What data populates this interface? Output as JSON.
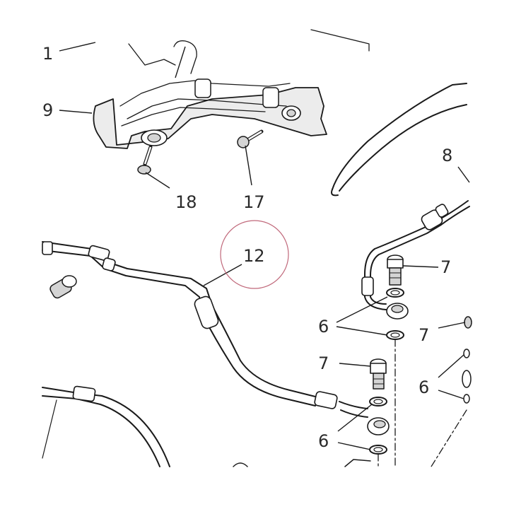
{
  "figure": {
    "highlight_color": "#c0687a",
    "callouts": {
      "c1": "1",
      "c9": "9",
      "c18": "18",
      "c17": "17",
      "c8": "8",
      "c12": "12",
      "c7a": "7",
      "c7b": "7",
      "c7c": "7",
      "c6a": "6",
      "c6b": "6",
      "c6c": "6"
    },
    "highlighted_callout": "12"
  }
}
